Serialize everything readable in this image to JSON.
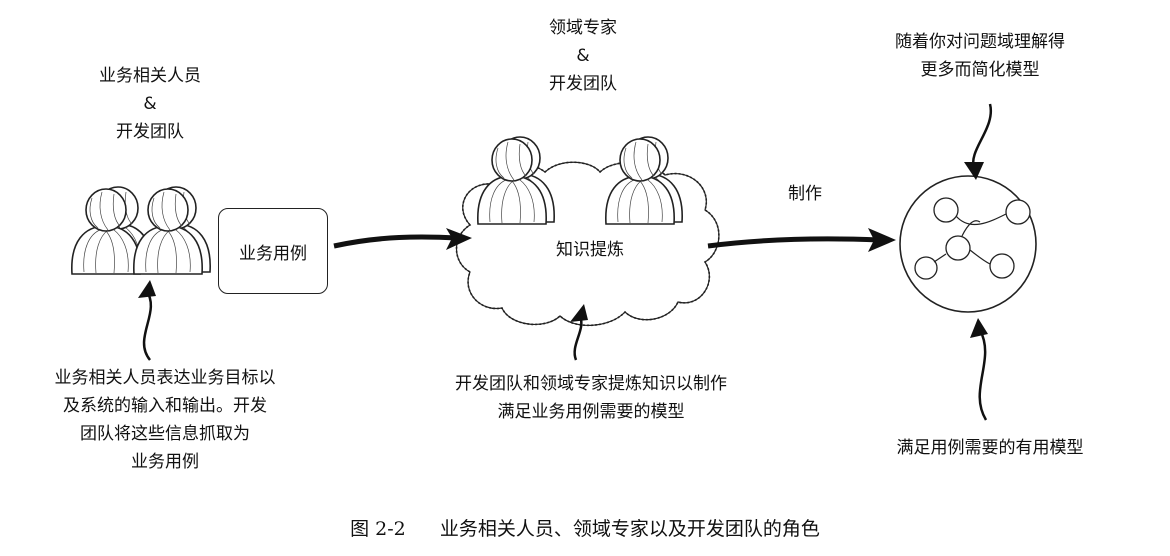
{
  "labels": {
    "group1": [
      "业务相关人员",
      "&",
      "开发团队"
    ],
    "group2": [
      "领域专家",
      "&",
      "开发团队"
    ],
    "simplify": [
      "随着你对问题域理解得",
      "更多而简化模型"
    ],
    "produce": "制作",
    "use_case_box": "业务用例",
    "cloud": "知识提炼",
    "note_business": [
      "业务相关人员表达业务目标以",
      "及系统的输入和输出。开发",
      "团队将这些信息抓取为",
      "业务用例"
    ],
    "note_distill": [
      "开发团队和领域专家提炼知识以制作",
      "满足业务用例需要的模型"
    ],
    "note_model": "满足用例需要的有用模型"
  },
  "caption": {
    "figure": "图 2-2",
    "text": "业务相关人员、领域专家以及开发团队的角色"
  }
}
